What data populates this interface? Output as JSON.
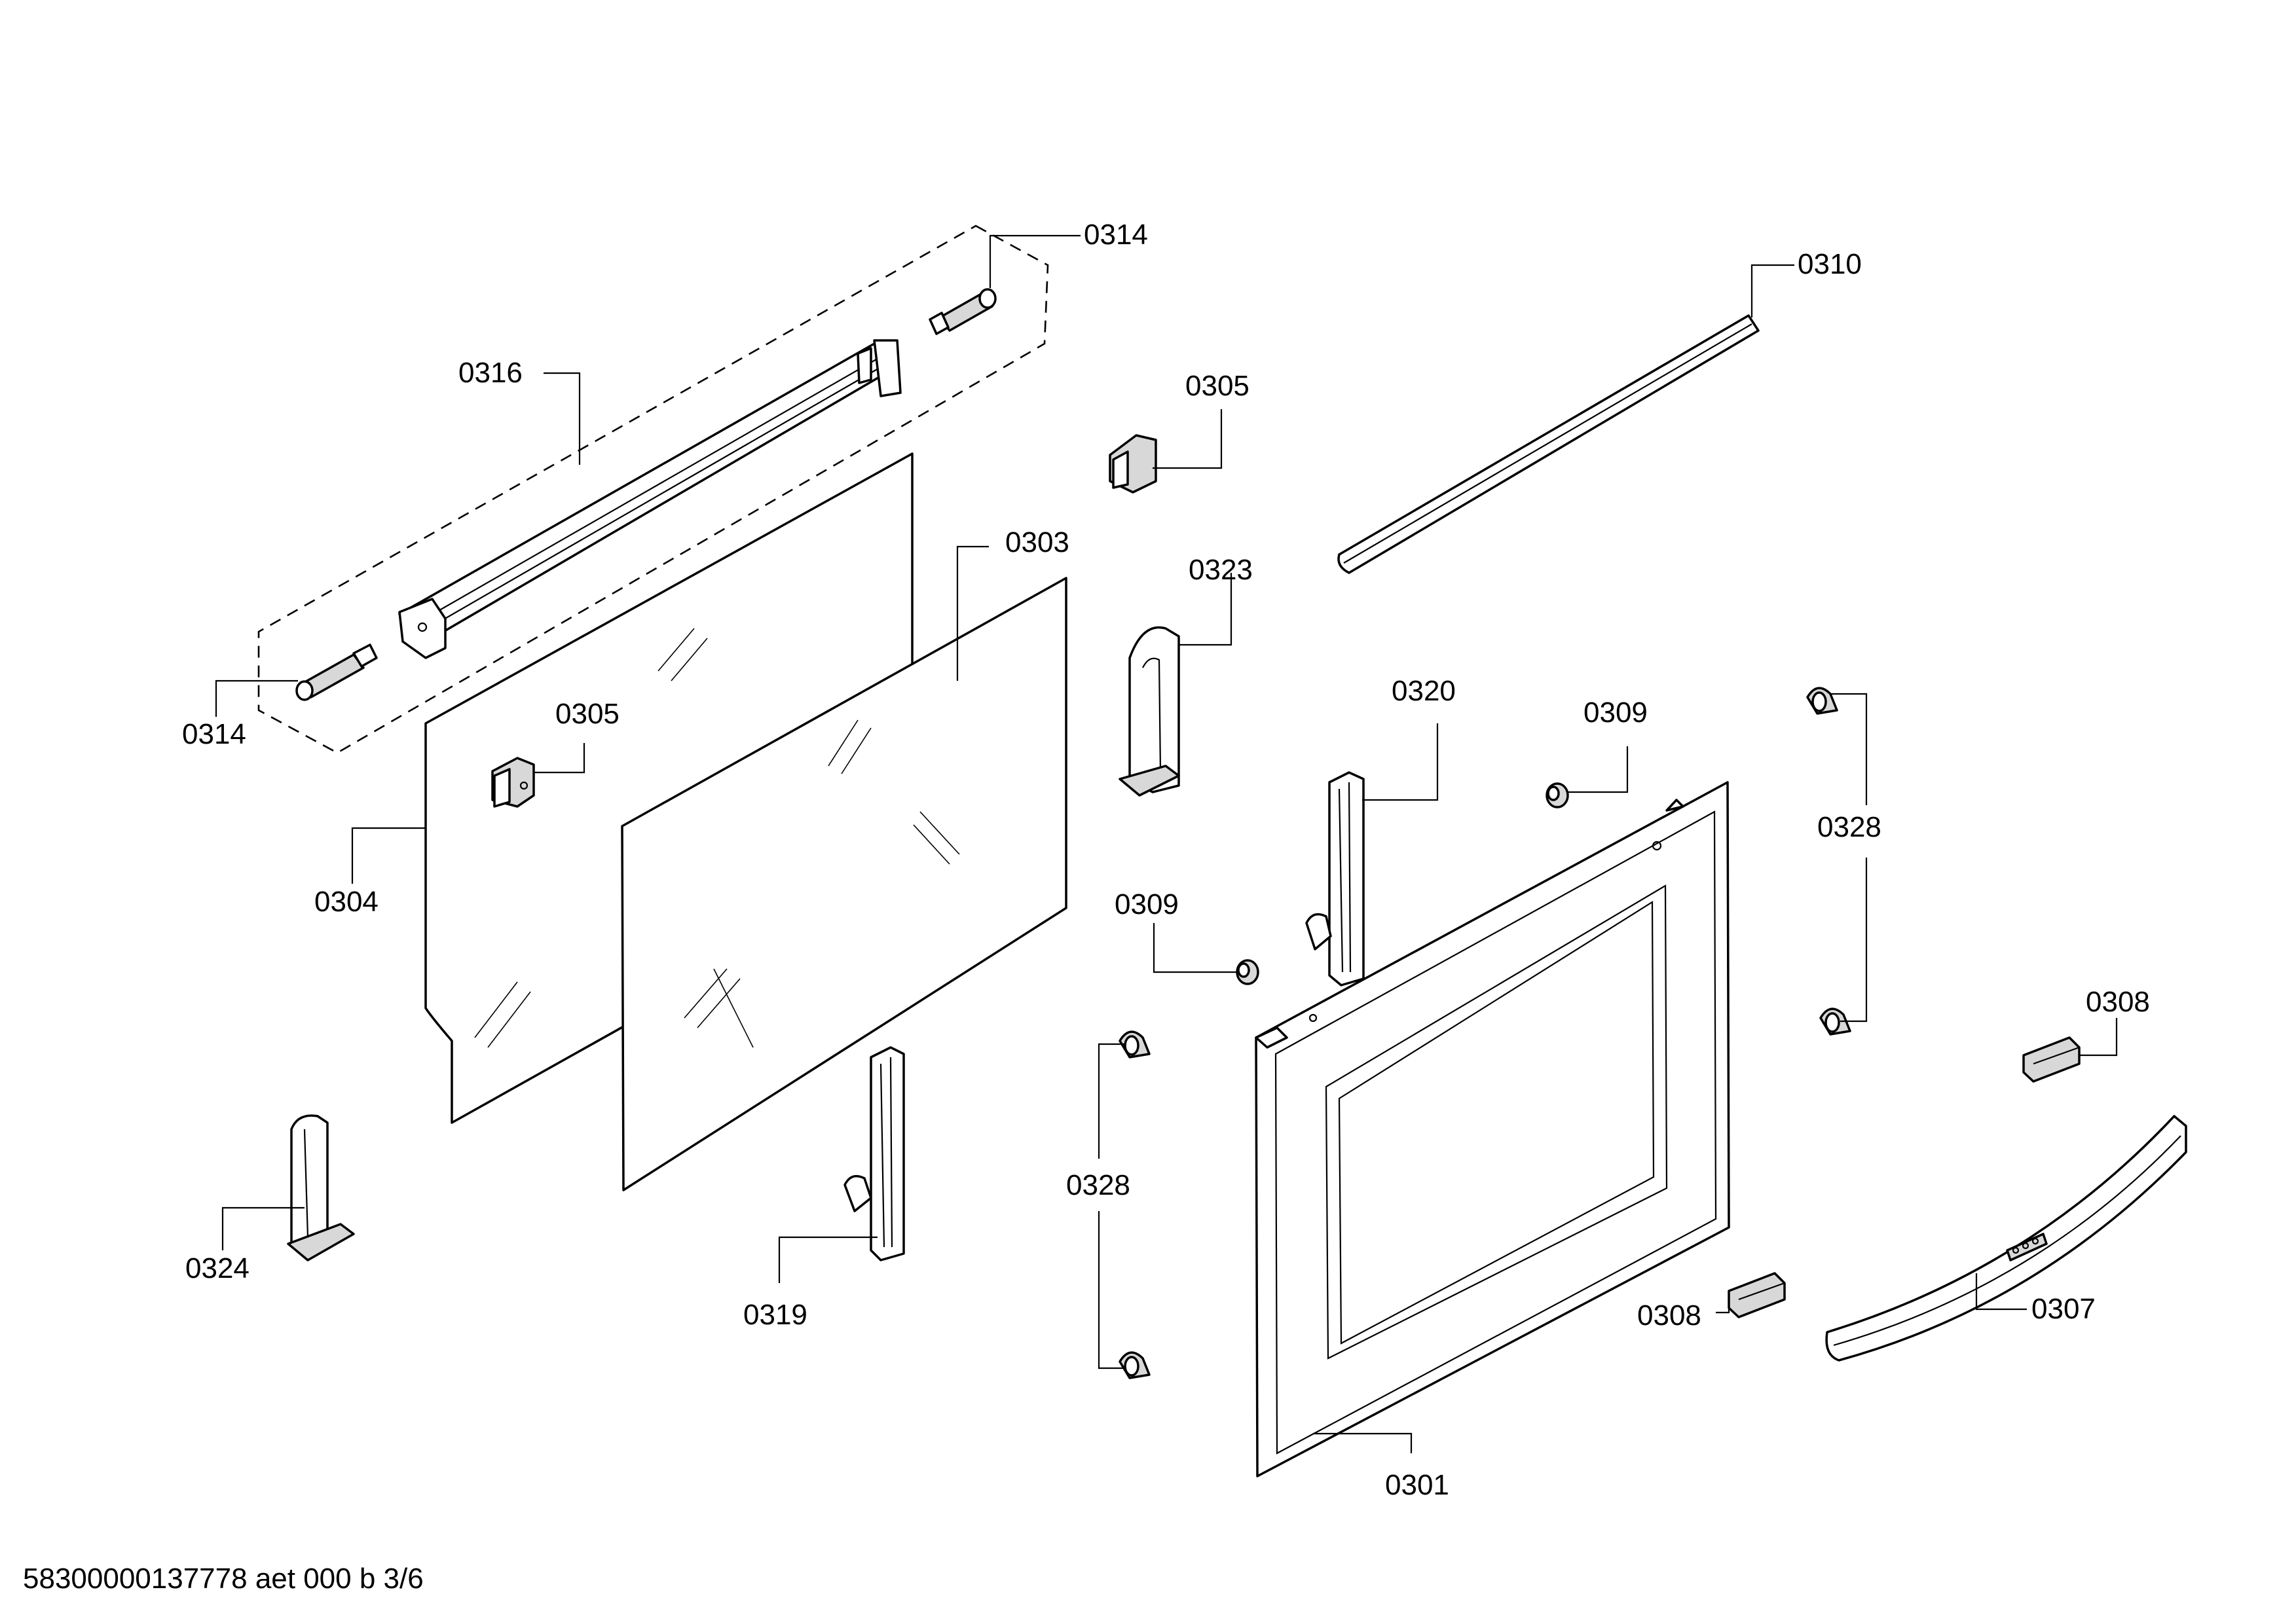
{
  "callouts": [
    {
      "id": "c0314a",
      "text": "0314"
    },
    {
      "id": "c0310",
      "text": "0310"
    },
    {
      "id": "c0316",
      "text": "0316"
    },
    {
      "id": "c0305a",
      "text": "0305"
    },
    {
      "id": "c0303",
      "text": "0303"
    },
    {
      "id": "c0323",
      "text": "0323"
    },
    {
      "id": "c0320",
      "text": "0320"
    },
    {
      "id": "c0309a",
      "text": "0309"
    },
    {
      "id": "c0305b",
      "text": "0305"
    },
    {
      "id": "c0314b",
      "text": "0314"
    },
    {
      "id": "c0328a",
      "text": "0328"
    },
    {
      "id": "c0304",
      "text": "0304"
    },
    {
      "id": "c0309b",
      "text": "0309"
    },
    {
      "id": "c0308a",
      "text": "0308"
    },
    {
      "id": "c0328b",
      "text": "0328"
    },
    {
      "id": "c0324",
      "text": "0324"
    },
    {
      "id": "c0319",
      "text": "0319"
    },
    {
      "id": "c0308b",
      "text": "0308"
    },
    {
      "id": "c0307",
      "text": "0307"
    },
    {
      "id": "c0301",
      "text": "0301"
    }
  ],
  "footer": "58300000137778 aet 000 b 3/6"
}
